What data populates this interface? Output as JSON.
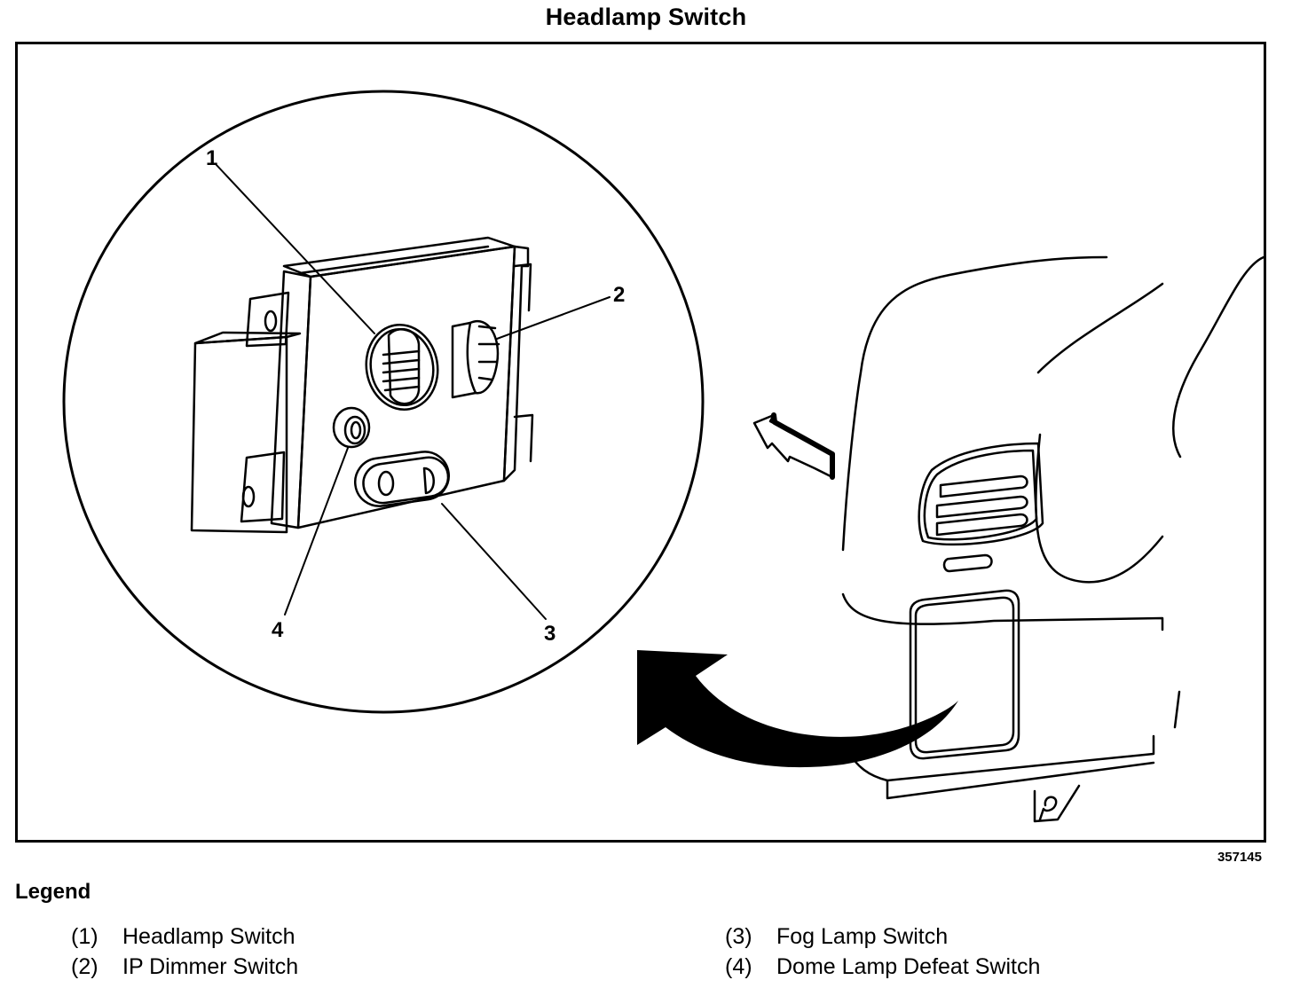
{
  "title": "Headlamp Switch",
  "figure_id": "357145",
  "callouts": [
    {
      "number": "1",
      "target": "headlamp-switch-knob"
    },
    {
      "number": "2",
      "target": "ip-dimmer-wheel"
    },
    {
      "number": "3",
      "target": "fog-lamp-button"
    },
    {
      "number": "4",
      "target": "dome-lamp-defeat-button"
    }
  ],
  "legend": {
    "title": "Legend",
    "items": [
      {
        "number": "(1)",
        "label": "Headlamp Switch"
      },
      {
        "number": "(2)",
        "label": "IP Dimmer Switch"
      },
      {
        "number": "(3)",
        "label": "Fog Lamp Switch"
      },
      {
        "number": "(4)",
        "label": "Dome Lamp Defeat Switch"
      }
    ]
  }
}
